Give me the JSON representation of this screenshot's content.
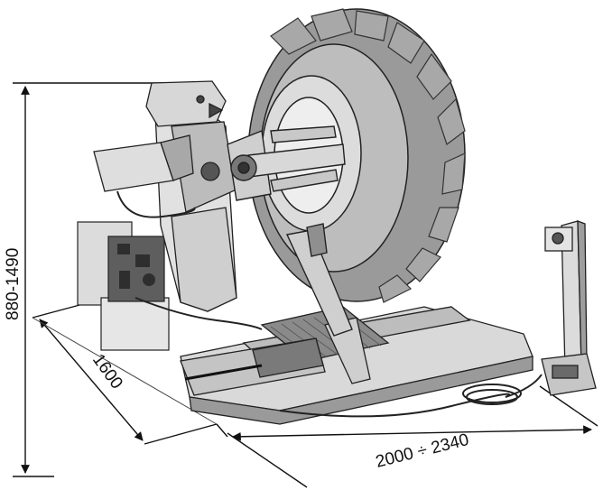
{
  "dimensions": {
    "height_label": "880-1490",
    "depth_label": "1600",
    "width_label": "2000 ÷ 2340"
  },
  "colors": {
    "line": "#222222",
    "machine_light": "#d9d9d9",
    "machine_mid": "#b5b5b5",
    "machine_dark": "#6e6e6e",
    "tyre": "#9a9a9a",
    "tyre_dark": "#5e5e5e"
  }
}
